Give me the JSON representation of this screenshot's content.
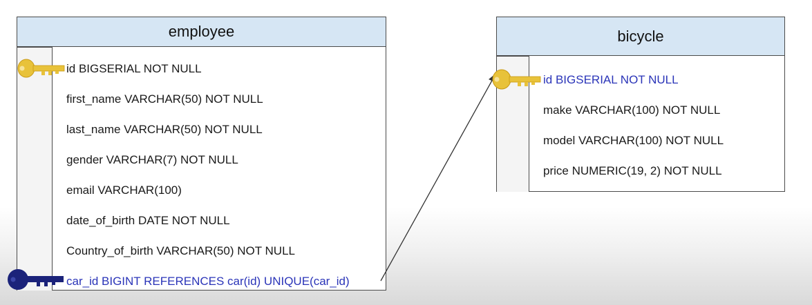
{
  "employee": {
    "title": "employee",
    "fields": [
      "id BIGSERIAL NOT NULL",
      "first_name VARCHAR(50) NOT NULL",
      "last_name VARCHAR(50) NOT NULL",
      "gender VARCHAR(7) NOT NULL",
      "email VARCHAR(100)",
      "date_of_birth DATE NOT NULL",
      "Country_of_birth VARCHAR(50) NOT NULL",
      "car_id BIGINT REFERENCES car(id) UNIQUE(car_id)"
    ],
    "primary_key_icon": "gold-key-icon",
    "foreign_key_icon": "navy-key-icon"
  },
  "bicycle": {
    "title": "bicycle",
    "fields": [
      "id BIGSERIAL NOT NULL",
      "make VARCHAR(100) NOT NULL",
      "model VARCHAR(100) NOT NULL",
      "price NUMERIC(19, 2) NOT NULL"
    ],
    "primary_key_icon": "gold-key-icon"
  },
  "colors": {
    "header_bg": "#d6e6f4",
    "key_field_text": "#2a34b8",
    "primary_key": "#e8c23a",
    "foreign_key": "#1b237a"
  }
}
